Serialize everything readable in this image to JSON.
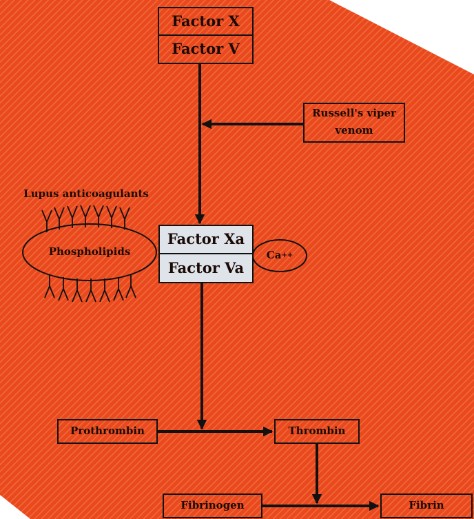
{
  "colors": {
    "background": "#e9491c",
    "stripe": "#f06a3f",
    "line": "#111111",
    "highlight_box": "#dfe3ea"
  },
  "top_box": {
    "line1": "Factor X",
    "line2": "Factor V"
  },
  "venom_box": {
    "line1": "Russell's viper",
    "line2": "venom"
  },
  "lupus_label": "Lupus anticoagulants",
  "phospholipids_label": "Phospholipids",
  "middle_box": {
    "line1": "Factor Xa",
    "line2": "Factor Va"
  },
  "calcium": {
    "label": "Ca",
    "superscript": "++"
  },
  "prothrombin_box": "Prothrombin",
  "thrombin_box": "Thrombin",
  "fibrinogen_box": "Fibrinogen",
  "fibrin_box": "Fibrin"
}
